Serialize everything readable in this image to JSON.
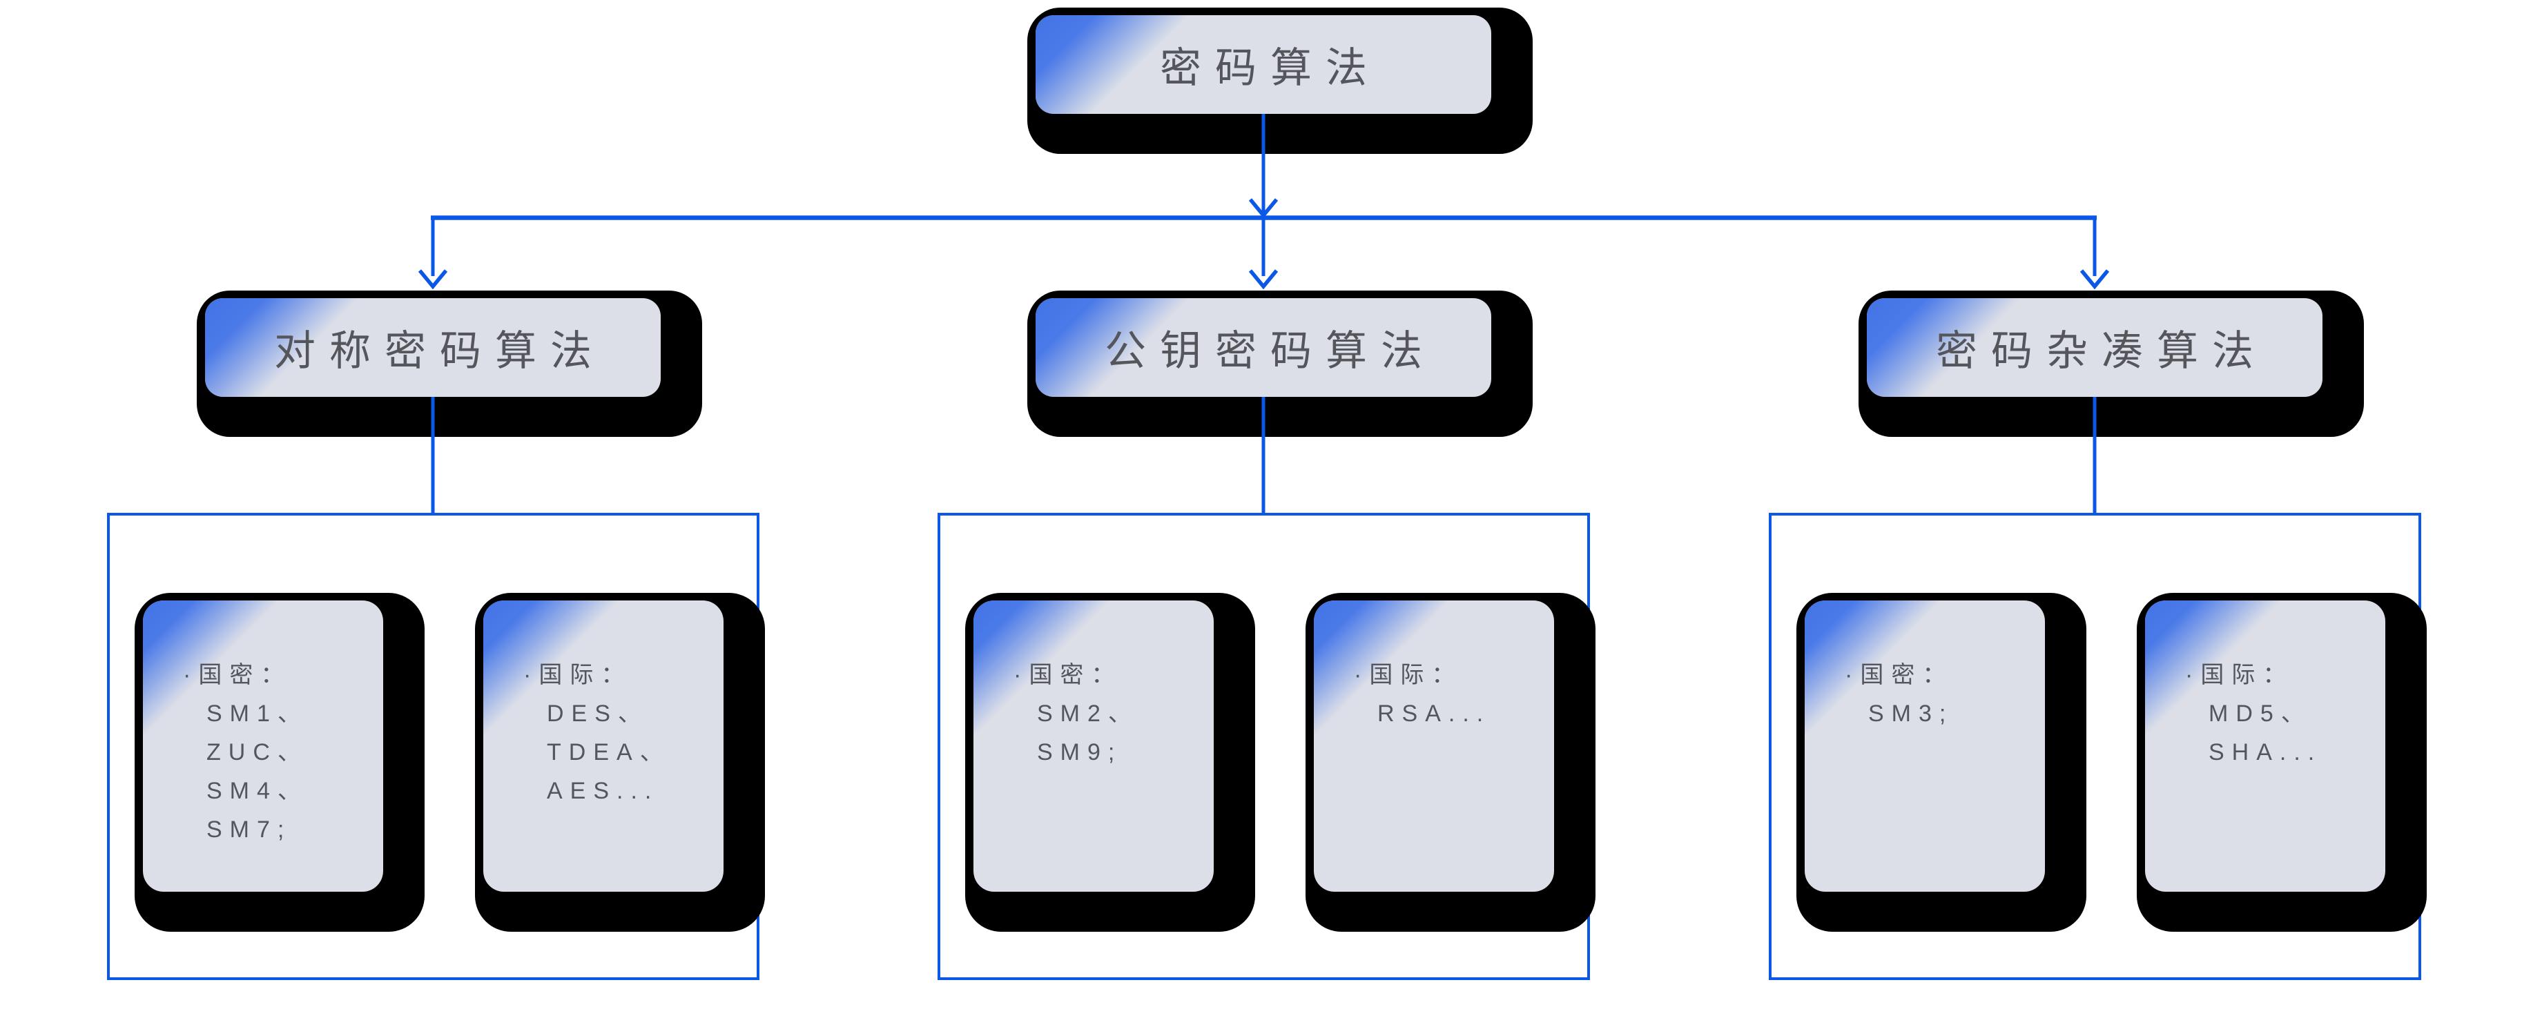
{
  "root": {
    "label": "密码算法"
  },
  "branches": [
    {
      "label": "对称密码算法",
      "cards": [
        {
          "bullet": "·",
          "label": "国密：",
          "items": [
            "SM1、",
            "ZUC、",
            "SM4、",
            "SM7;"
          ]
        },
        {
          "bullet": "·",
          "label": "国际：",
          "items": [
            "DES、",
            "TDEA、",
            "AES..."
          ]
        }
      ]
    },
    {
      "label": "公钥密码算法",
      "cards": [
        {
          "bullet": "·",
          "label": "国密：",
          "items": [
            "SM2、",
            "SM9;"
          ]
        },
        {
          "bullet": "·",
          "label": "国际：",
          "items": [
            "RSA..."
          ]
        }
      ]
    },
    {
      "label": "密码杂凑算法",
      "cards": [
        {
          "bullet": "·",
          "label": "国密：",
          "items": [
            "SM3;"
          ]
        },
        {
          "bullet": "·",
          "label": "国际：",
          "items": [
            "MD5、",
            "SHA..."
          ]
        }
      ]
    }
  ],
  "colors": {
    "accent_blue": "#0b57e8",
    "card_fill": "#dcdfe8",
    "corner_blue": "#4273e6",
    "shadow_black": "#000000",
    "text_gray": "#54565c"
  }
}
